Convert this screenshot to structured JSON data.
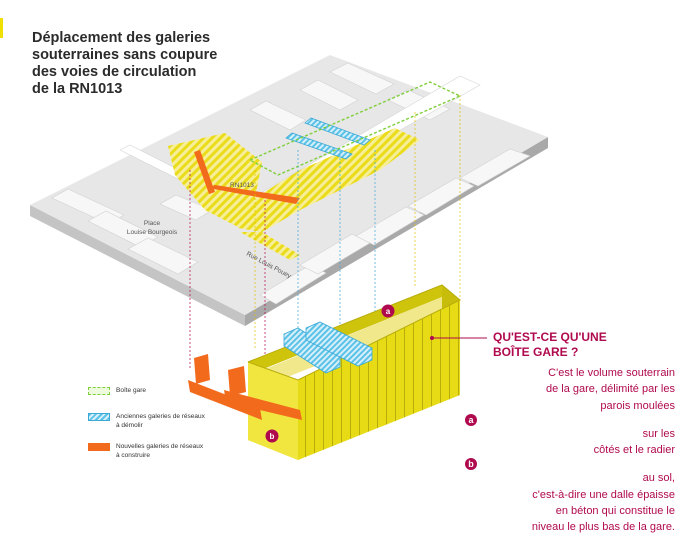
{
  "title": {
    "lines": [
      "Déplacement des galeries",
      "souterraines sans coupure",
      "des voies de circulation",
      "de la RN1013"
    ]
  },
  "map_labels": {
    "rn1013": "RN1013",
    "place_line1": "Place",
    "place_line2": "Louise Bourgeois",
    "rue": "Rue Louis Pouey"
  },
  "legend": {
    "boite_gare": {
      "lines": [
        "Boîte gare"
      ]
    },
    "anciennes": {
      "lines": [
        "Anciennes galeries de réseaux",
        "à démolir"
      ]
    },
    "nouvelles": {
      "lines": [
        "Nouvelles galeries de réseaux",
        "à construire"
      ]
    }
  },
  "callout": {
    "heading_lines": [
      "QU'EST-CE QU'UNE",
      "BOÎTE GARE ?"
    ],
    "body": {
      "l1": "C'est le volume souterrain",
      "l2": "de la gare, délimité par les",
      "l3_pre": "parois moulées",
      "l3_post": "sur les",
      "l4_pre": "côtés et le radier",
      "l4_post": "au sol,",
      "l5": "c'est-à-dire une dalle épaisse",
      "l6": "en béton qui constitue le",
      "l7": "niveau le plus bas de la gare."
    },
    "badge_a": "a",
    "badge_b": "b"
  },
  "colors": {
    "accent": "#b00a4e",
    "yellow": "#e8dd10",
    "orange": "#f26b1d",
    "blue": "#5bc2e7",
    "green": "#7fcf3a"
  },
  "icons": [
    "badge-a",
    "badge-b"
  ]
}
